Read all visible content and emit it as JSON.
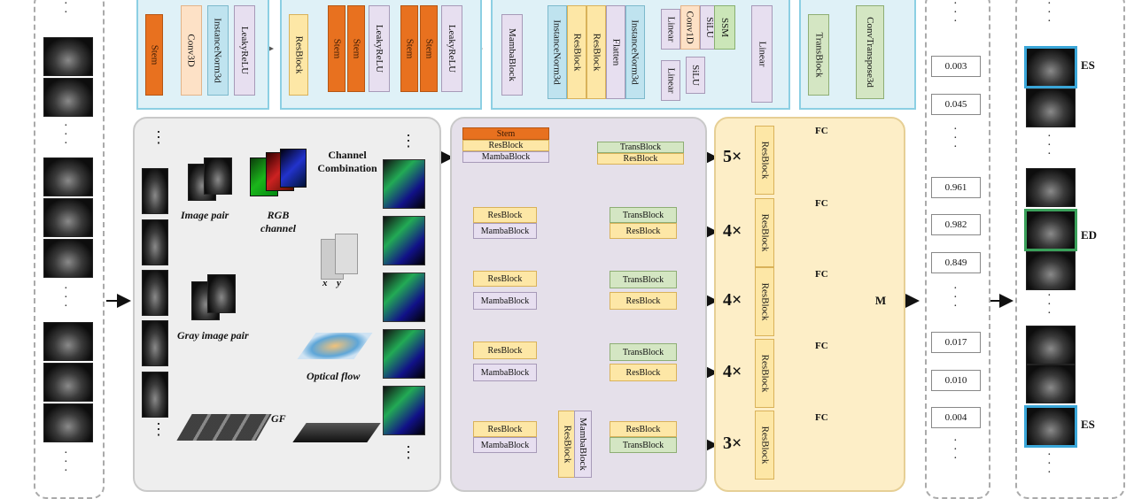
{
  "legend": {
    "stem_group": [
      "Stem",
      "Conv3D",
      "InstanceNorm3d",
      "LeakyReLU"
    ],
    "resblock_group": [
      "ResBlock",
      "Stem",
      "Stem",
      "LeakyReLU",
      "Stem",
      "Stem",
      "LeakyReLU"
    ],
    "mamba_group": [
      "MambaBlock",
      "InstanceNorm3d",
      "ResBlock",
      "ResBlock",
      "Flatten",
      "InstanceNorm3d",
      "Linear",
      "Conv1D",
      "SiLU",
      "SSM",
      "Linear",
      "SiLU",
      "Linear"
    ],
    "trans_group": [
      "TransBlock",
      "ConvTranspose3d"
    ]
  },
  "preprocess": {
    "image_pair": "Image pair",
    "rgb_channel": "RGB channel",
    "channel_combination": "Channel Combination",
    "gray_image_pair": "Gray image pair",
    "gf": "GF",
    "optical_flow": "Optical flow",
    "x": "x",
    "y": "y"
  },
  "unet": {
    "stem": "Stem",
    "resblock": "ResBlock",
    "mambablock": "MambaBlock",
    "transblock": "TransBlock"
  },
  "heads": {
    "multipliers": [
      "5×",
      "4×",
      "4×",
      "4×",
      "3×"
    ],
    "fc": "FC",
    "resblock": "ResBlock",
    "merge": "M"
  },
  "outputs": {
    "values": [
      "0.003",
      "0.045",
      "0.961",
      "0.982",
      "0.849",
      "0.017",
      "0.010",
      "0.004"
    ],
    "labels": [
      "ES",
      "ED",
      "ES"
    ]
  },
  "colors": {
    "stem": "#e8711f",
    "resblock": "#fde7a6",
    "mamba": "#e7dff0",
    "trans": "#d4e6c3",
    "es_frame": "#3aa6d8",
    "ed_frame": "#3aa05a"
  }
}
